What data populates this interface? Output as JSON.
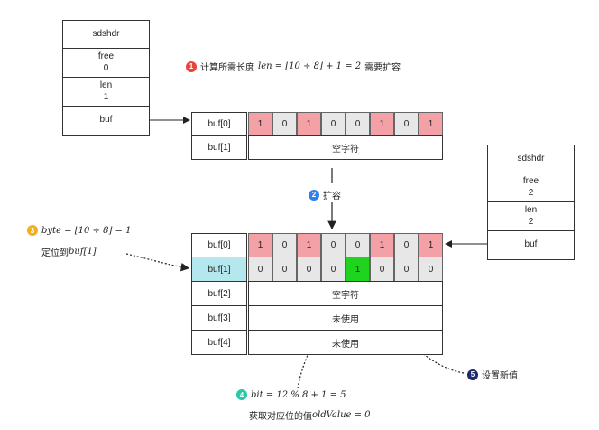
{
  "sds_left": {
    "title": "sdshdr",
    "free_label": "free",
    "free_value": "0",
    "len_label": "len",
    "len_value": "1",
    "buf_label": "buf"
  },
  "sds_right": {
    "title": "sdshdr",
    "free_label": "free",
    "free_value": "2",
    "len_label": "len",
    "len_value": "2",
    "buf_label": "buf"
  },
  "top_buffer": {
    "rows": [
      "buf[0]",
      "buf[1]"
    ],
    "bits": [
      "1",
      "0",
      "1",
      "0",
      "0",
      "1",
      "0",
      "1"
    ],
    "row1_text": "空字符"
  },
  "bottom_buffer": {
    "rows": [
      "buf[0]",
      "buf[1]",
      "buf[2]",
      "buf[3]",
      "buf[4]"
    ],
    "row0_bits": [
      "1",
      "0",
      "1",
      "0",
      "0",
      "1",
      "0",
      "1"
    ],
    "row1_bits": [
      "0",
      "0",
      "0",
      "0",
      "1",
      "0",
      "0",
      "0"
    ],
    "row2_text": "空字符",
    "row3_text": "未使用",
    "row4_text": "未使用"
  },
  "steps": {
    "s1": {
      "num": "1",
      "text": "计算所需长度",
      "formula": "len = ⌊10 ÷ 8⌋ + 1 = 2",
      "suffix": "需要扩容",
      "color": "#e8453c"
    },
    "s2": {
      "num": "2",
      "text": "扩容",
      "color": "#2f80ed"
    },
    "s3": {
      "num": "3",
      "formula": "byte = ⌊10 ÷ 8⌋ = 1",
      "text": "定位到",
      "formula2": "buf[1]",
      "color": "#f2b01e"
    },
    "s4": {
      "num": "4",
      "formula": "bit = 12 % 8 + 1 = 5",
      "text": "获取对应位的值",
      "formula2": "oldValue = 0",
      "color": "#27c9a6"
    },
    "s5": {
      "num": "5",
      "text": "设置新值",
      "color": "#1f2a6b"
    }
  }
}
